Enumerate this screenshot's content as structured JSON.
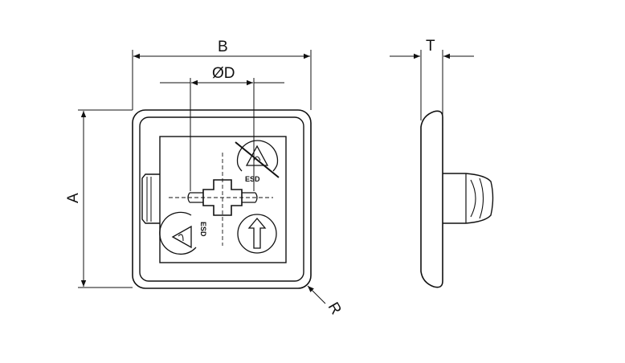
{
  "drawing": {
    "dimensions": {
      "width_label": "B",
      "diameter_label": "ØD",
      "height_label": "A",
      "thickness_label": "T",
      "radius_label": "R"
    },
    "symbols": {
      "esd_text": "ESD",
      "esd_top_icon": "esd-warning-crossed-icon",
      "esd_bottom_icon": "esd-warning-icon",
      "arrow_icon": "up-arrow-icon"
    },
    "colors": {
      "line": "#111111",
      "background": "#ffffff"
    }
  }
}
